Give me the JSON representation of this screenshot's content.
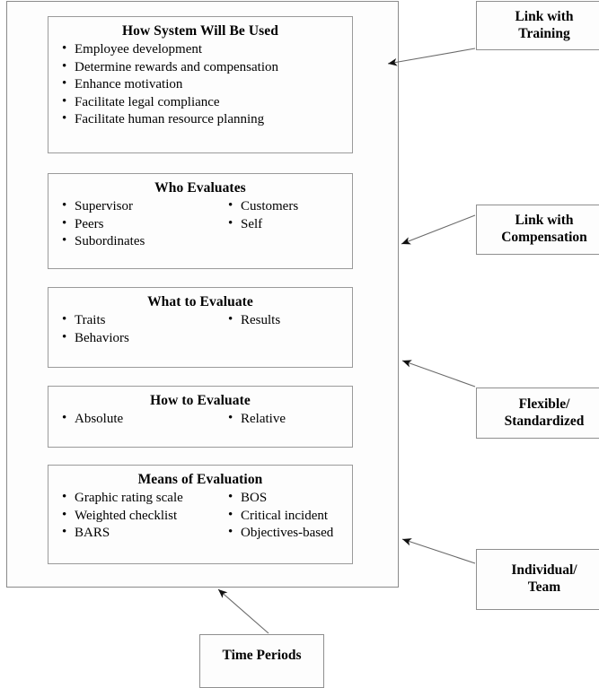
{
  "diagram": {
    "title_visible": false,
    "container": {
      "name": "performance-appraisal-system-frame"
    },
    "boxes": [
      {
        "id": "how-system-will-be-used",
        "title": "How System Will Be Used",
        "columns": [
          [
            "Employee development",
            "Determine rewards and compensation",
            "Enhance motivation",
            "Facilitate legal compliance",
            "Facilitate human resource planning"
          ],
          []
        ]
      },
      {
        "id": "who-evaluates",
        "title": "Who Evaluates",
        "columns": [
          [
            "Supervisor",
            "Peers",
            "Subordinates"
          ],
          [
            "Customers",
            "Self"
          ]
        ]
      },
      {
        "id": "what-to-evaluate",
        "title": "What to Evaluate",
        "columns": [
          [
            "Traits",
            "Behaviors"
          ],
          [
            "Results"
          ]
        ]
      },
      {
        "id": "how-to-evaluate",
        "title": "How to Evaluate",
        "columns": [
          [
            "Absolute"
          ],
          [
            "Relative"
          ]
        ]
      },
      {
        "id": "means-of-evaluation",
        "title": "Means of Evaluation",
        "columns": [
          [
            "Graphic rating scale",
            "Weighted checklist",
            "BARS"
          ],
          [
            "BOS",
            "Critical incident",
            "Objectives-based"
          ]
        ]
      }
    ],
    "side_boxes": [
      {
        "id": "link-with-training",
        "label": "Link with\nTraining"
      },
      {
        "id": "link-with-compensation",
        "label": "Link with\nCompensation"
      },
      {
        "id": "flexible-standardized",
        "label": "Flexible/\nStandardized"
      },
      {
        "id": "individual-team",
        "label": "Individual/\nTeam"
      }
    ],
    "bottom_box": {
      "id": "time-periods",
      "label": "Time Periods"
    },
    "colors": {
      "background": "#ffffff",
      "box_fill": "#fdfdfd",
      "box_border": "#9a9a9a",
      "frame_border": "#8a8a8a",
      "connector": "#5a5a5a",
      "text": "#000000"
    }
  }
}
